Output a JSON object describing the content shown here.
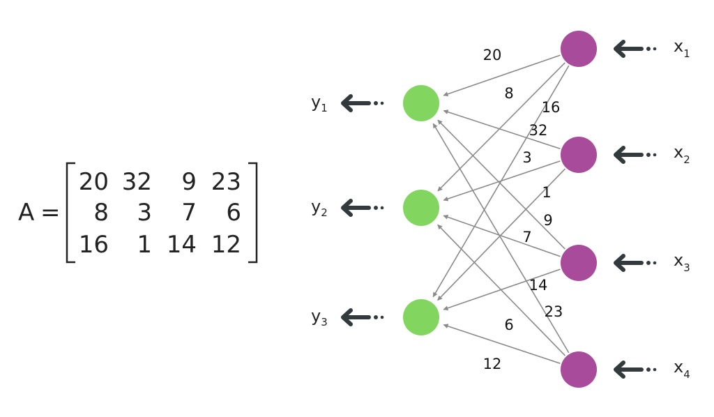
{
  "matrix": {
    "name": "A",
    "equals": "=",
    "rows": [
      [
        "20",
        "32",
        "9",
        "23"
      ],
      [
        "8",
        "3",
        "7",
        "6"
      ],
      [
        "16",
        "1",
        "14",
        "12"
      ]
    ]
  },
  "graph": {
    "input_nodes": [
      {
        "label": "x",
        "sub": "1"
      },
      {
        "label": "x",
        "sub": "2"
      },
      {
        "label": "x",
        "sub": "3"
      },
      {
        "label": "x",
        "sub": "4"
      }
    ],
    "output_nodes": [
      {
        "label": "y",
        "sub": "1"
      },
      {
        "label": "y",
        "sub": "2"
      },
      {
        "label": "y",
        "sub": "3"
      }
    ],
    "edges": [
      {
        "from": 0,
        "to": 0,
        "weight": "20"
      },
      {
        "from": 0,
        "to": 1,
        "weight": "8"
      },
      {
        "from": 0,
        "to": 2,
        "weight": "16"
      },
      {
        "from": 1,
        "to": 0,
        "weight": "32"
      },
      {
        "from": 1,
        "to": 1,
        "weight": "3"
      },
      {
        "from": 1,
        "to": 2,
        "weight": "1"
      },
      {
        "from": 2,
        "to": 0,
        "weight": "9"
      },
      {
        "from": 2,
        "to": 1,
        "weight": "7"
      },
      {
        "from": 2,
        "to": 2,
        "weight": "14"
      },
      {
        "from": 3,
        "to": 0,
        "weight": "23"
      },
      {
        "from": 3,
        "to": 1,
        "weight": "6"
      },
      {
        "from": 3,
        "to": 2,
        "weight": "12"
      }
    ],
    "colors": {
      "input_node": "#a84b9b",
      "output_node": "#82d65f",
      "edge": "#8a8a8a",
      "arrow": "#333a3e"
    }
  }
}
